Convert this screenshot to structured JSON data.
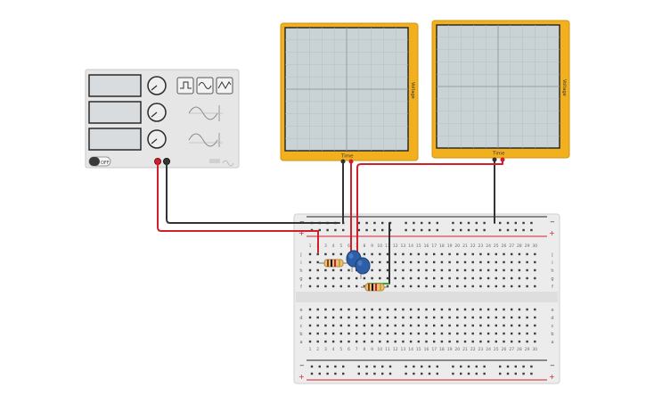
{
  "function_generator": {
    "power_label": "OFF",
    "waveforms": [
      "square-wave-icon",
      "sine-wave-icon",
      "triangle-wave-icon"
    ]
  },
  "oscilloscopes": [
    {
      "time_label": "Time",
      "voltage_label": "Voltage"
    },
    {
      "time_label": "Time",
      "voltage_label": "Voltage"
    }
  ],
  "breadboard": {
    "columns": [
      "1",
      "2",
      "3",
      "4",
      "5",
      "6",
      "7",
      "8",
      "9",
      "10",
      "11",
      "12",
      "13",
      "14",
      "15",
      "16",
      "17",
      "18",
      "19",
      "20",
      "21",
      "22",
      "23",
      "24",
      "25",
      "26",
      "27",
      "28",
      "29",
      "30"
    ],
    "rows_top": [
      "j",
      "i",
      "h",
      "g",
      "f"
    ],
    "rows_bottom": [
      "e",
      "d",
      "c",
      "b",
      "a"
    ],
    "rail_minus": "−",
    "rail_plus": "+"
  },
  "colors": {
    "scope_frame": "#f2b01e",
    "scope_screen": "#c9d3d6",
    "wire_red": "#d0202a",
    "wire_black": "#333333",
    "wire_green": "#3aa53a",
    "capacitor_blue": "#2d5fa8",
    "device_panel": "#e6e6e6",
    "breadboard": "#ececec"
  }
}
